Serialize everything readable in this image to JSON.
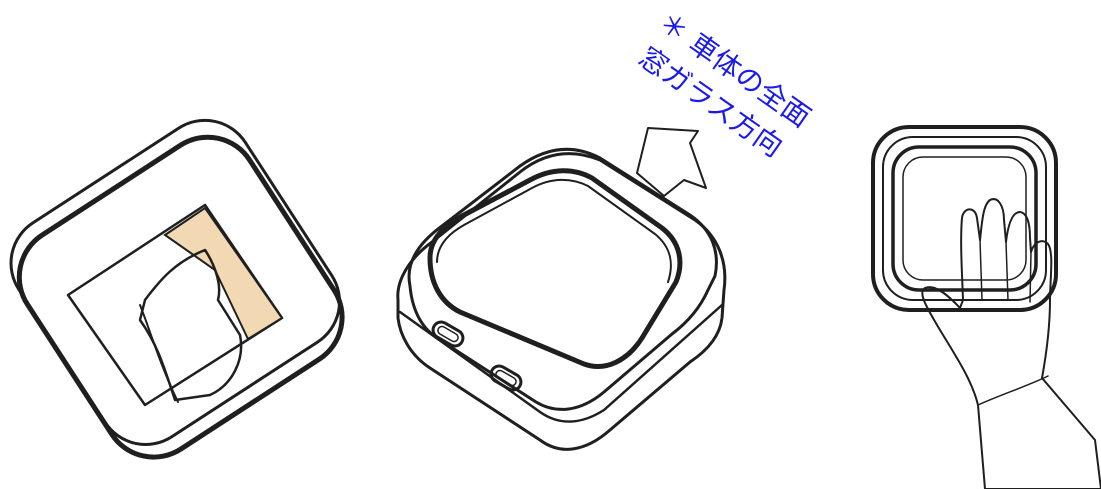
{
  "colors": {
    "accent": "#1a1aee",
    "tape": "#f3d9b3",
    "outline": "#1f1f1f"
  },
  "annotation": {
    "line1": "＊ 車体の全面",
    "line2": "窓ガラス方向"
  },
  "icons": [
    "adhesive-pad-peel-illustration",
    "charger-device-illustration",
    "direction-arrow-icon",
    "hand-press-mount-illustration"
  ]
}
